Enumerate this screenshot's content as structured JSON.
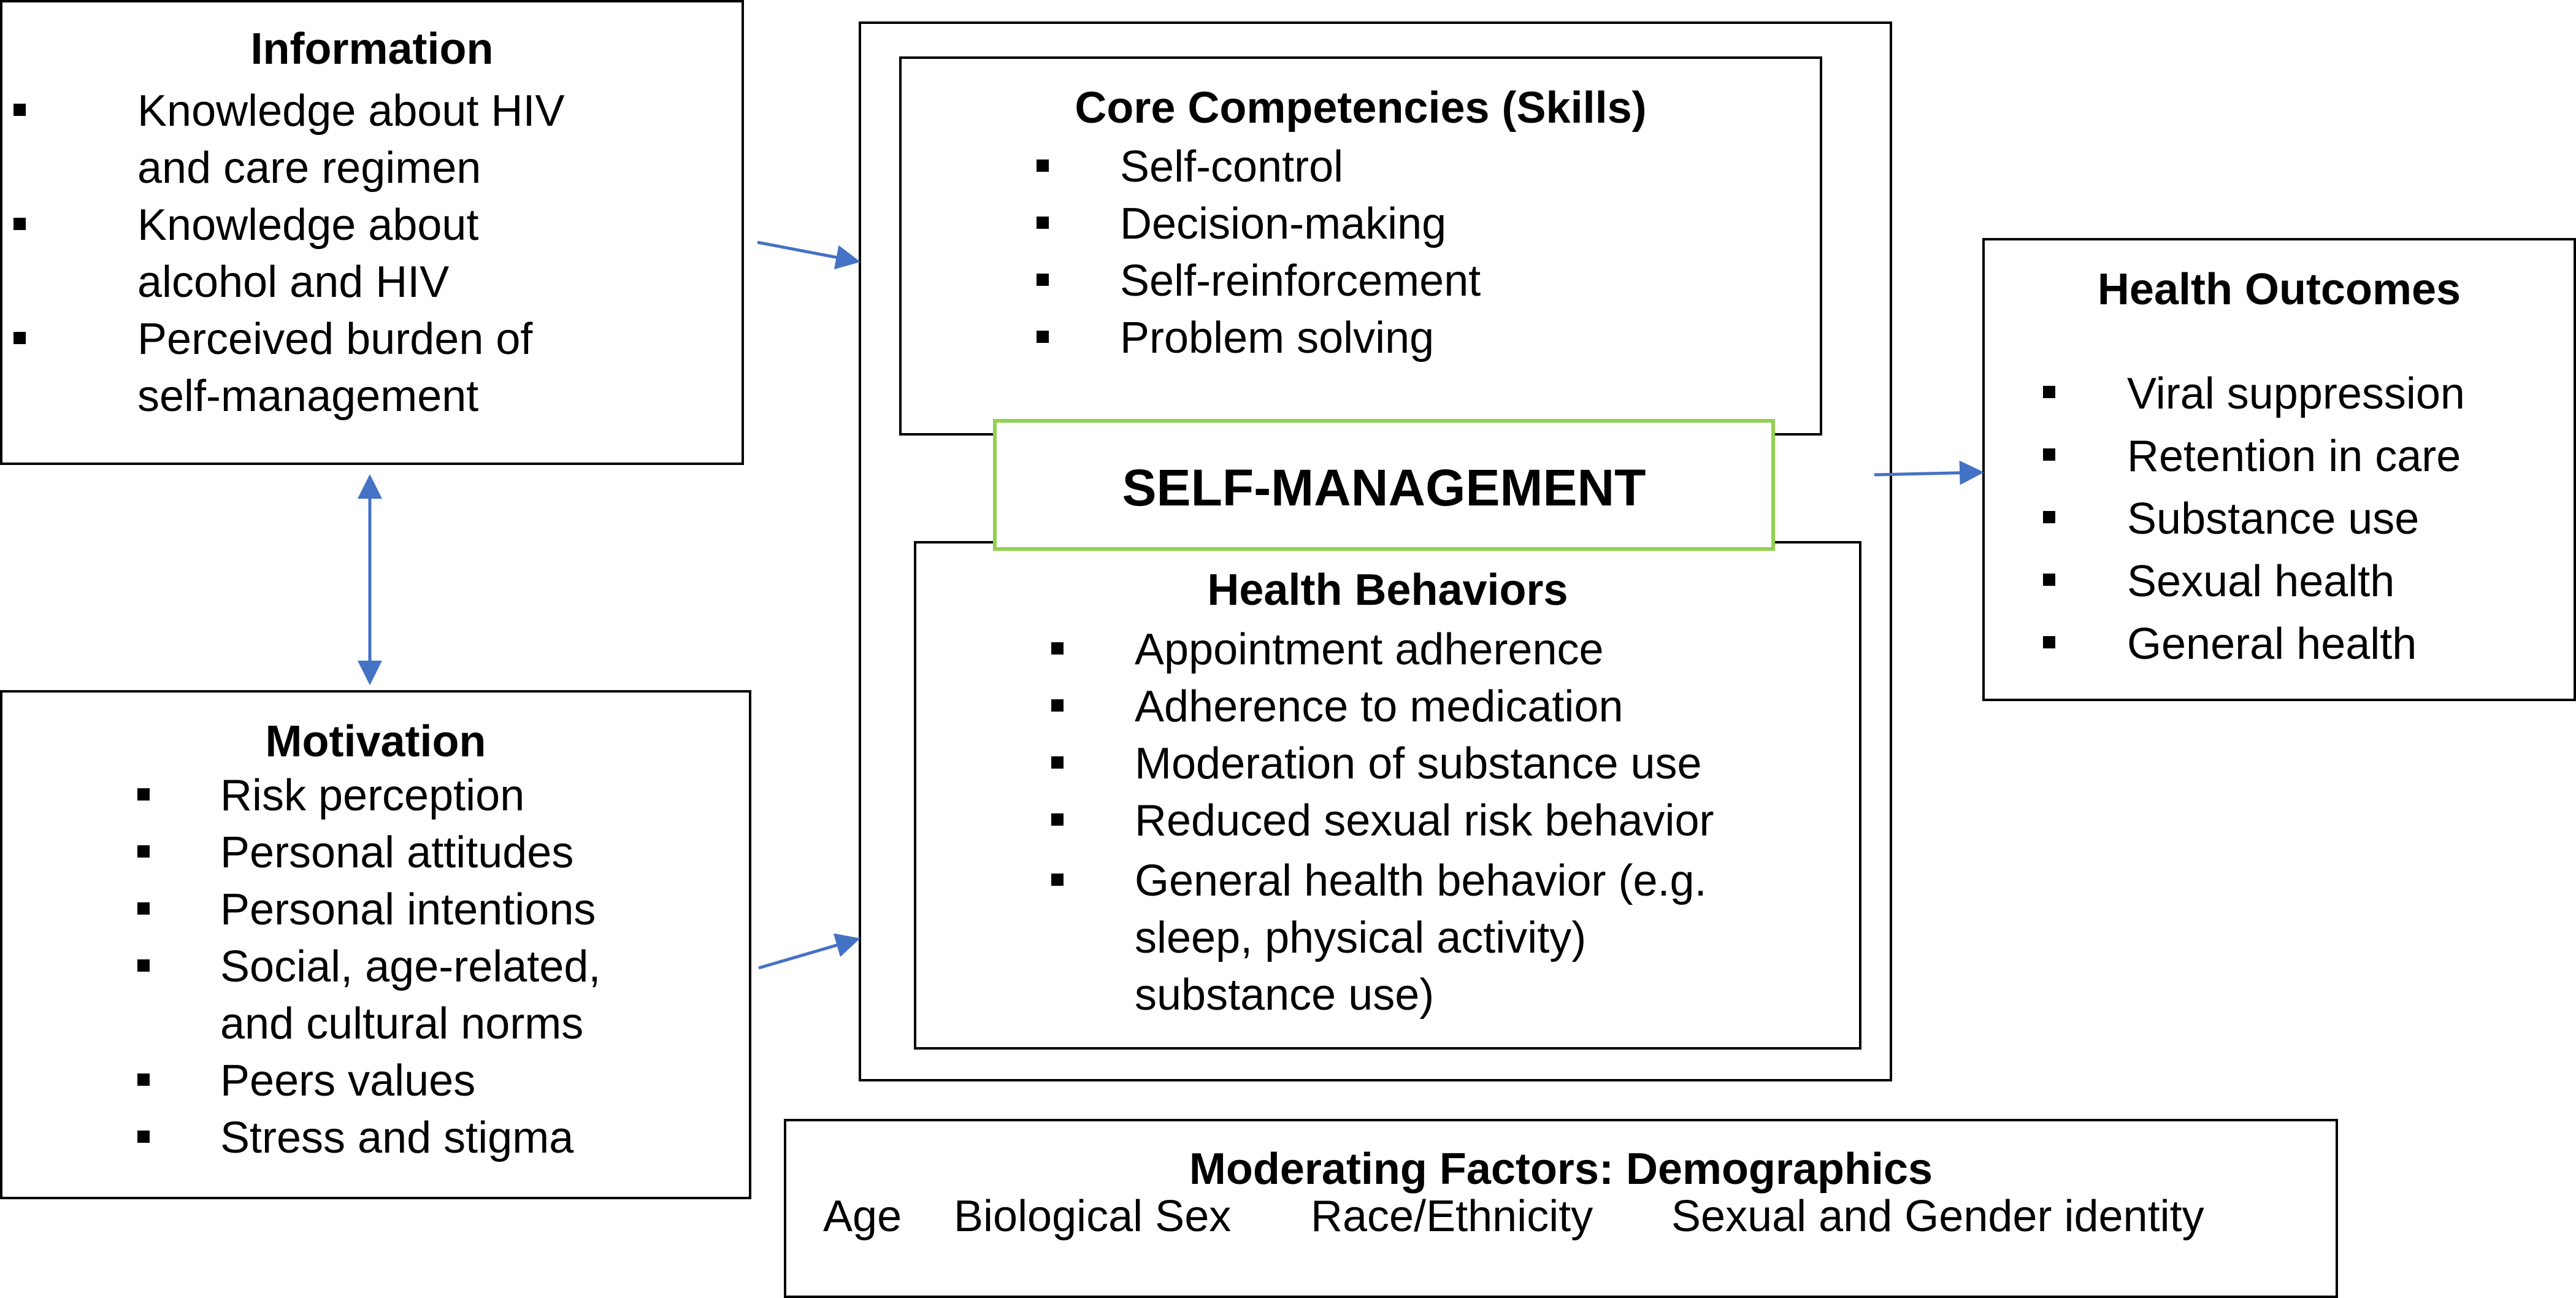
{
  "information": {
    "title": "Information",
    "items": [
      [
        "Knowledge about HIV",
        "and care regimen"
      ],
      [
        "Knowledge about",
        "alcohol and HIV"
      ],
      [
        "Perceived burden of",
        "self-management"
      ]
    ]
  },
  "motivation": {
    "title": "Motivation",
    "items": [
      [
        "Risk perception"
      ],
      [
        "Personal attitudes"
      ],
      [
        "Personal intentions"
      ],
      [
        "Social, age-related,",
        "and cultural norms"
      ],
      [
        "Peers values"
      ],
      [
        "Stress and stigma"
      ]
    ]
  },
  "core_competencies": {
    "title": "Core Competencies (Skills)",
    "items": [
      "Self-control",
      "Decision-making",
      "Self-reinforcement",
      "Problem solving"
    ]
  },
  "self_management": {
    "label": "SELF-MANAGEMENT",
    "border_color": "#92d050"
  },
  "health_behaviors": {
    "title": "Health Behaviors",
    "items": [
      [
        "Appointment adherence"
      ],
      [
        "Adherence to medication"
      ],
      [
        "Moderation of substance use"
      ],
      [
        "Reduced sexual risk behavior"
      ],
      [
        "General health behavior (e.g.",
        "sleep, physical activity)",
        "substance use)"
      ]
    ]
  },
  "health_outcomes": {
    "title": "Health Outcomes",
    "items": [
      "Viral suppression",
      "Retention in care",
      "Substance use",
      "Sexual health",
      "General health"
    ]
  },
  "moderating_factors": {
    "title": "Moderating Factors: Demographics",
    "items": [
      "Age",
      "Biological Sex",
      "Race/Ethnicity",
      "Sexual and Gender identity"
    ]
  },
  "arrow_color": "#4472c4"
}
